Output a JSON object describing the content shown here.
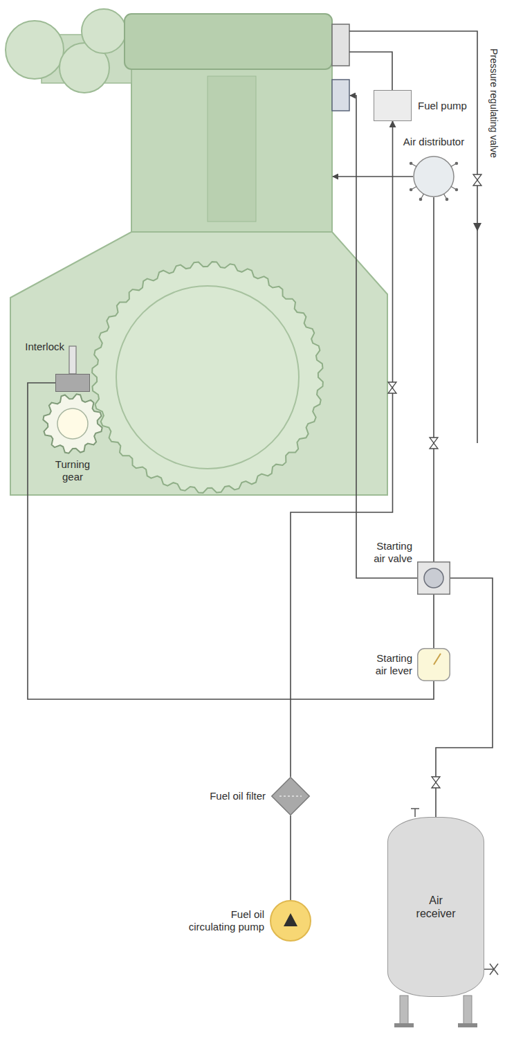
{
  "diagram": {
    "nodes": [
      {
        "text": [
          "Fuel pump"
        ]
      },
      {
        "text": [
          "Air distributor"
        ]
      },
      {
        "text": [
          "Interlock"
        ]
      },
      {
        "text": [
          "Turning gear"
        ]
      },
      {
        "text": [
          "Starting air valve"
        ]
      },
      {
        "text": [
          "Starting air lever"
        ]
      },
      {
        "text": [
          "Fuel oil filter"
        ]
      },
      {
        "text": [
          "Fuel oil circulating pump"
        ]
      },
      {
        "text": [
          "Air receiver"
        ]
      }
    ],
    "edges": [
      {
        "from": 7,
        "to": 6,
        "arrow": "none"
      },
      {
        "from": 6,
        "to": 0,
        "arrow": "to"
      },
      {
        "from": 8,
        "to": 4,
        "arrow": "none"
      },
      {
        "from": 4,
        "to": 5,
        "arrow": "none"
      },
      {
        "from": 5,
        "to": 2,
        "arrow": "none"
      },
      {
        "from": 4,
        "to": 1,
        "arrow": "none"
      }
    ],
    "labels": [
      "Pressure regulating valve"
    ]
  }
}
